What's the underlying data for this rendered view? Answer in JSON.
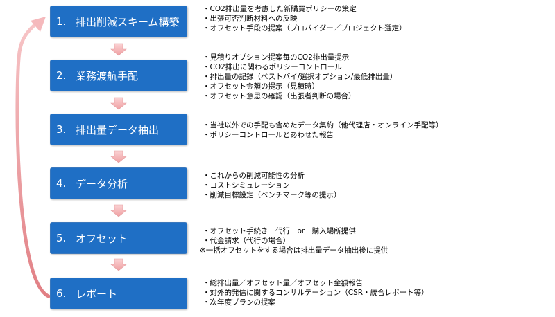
{
  "steps": [
    {
      "num": "1.",
      "label": "排出削減スキーム構築",
      "items": [
        "・CO2排出量を考慮した新購買ポリシーの策定",
        "・出張可否判断材料への反映",
        "・オフセット手段の提案（プロバイダー／プロジェクト選定）"
      ],
      "note": ""
    },
    {
      "num": "2.",
      "label": "業務渡航手配",
      "items": [
        "・見積りオプション提案毎のCO2排出量提示",
        "・CO2排出に関わるポリシーコントロール",
        "・排出量の記録（ベストバイ/選択オプション/最低排出量）",
        "・オフセット金額の提示（見積時）",
        "・オフセット意思の確認（出張者判断の場合）"
      ],
      "note": ""
    },
    {
      "num": "3.",
      "label": "排出量データ抽出",
      "items": [
        "・当社以外での手配も含めたデータ集約（他代理店・オンライン手配等）",
        "・ポリシーコントロールとあわせた報告"
      ],
      "note": ""
    },
    {
      "num": "4.",
      "label": "データ分析",
      "items": [
        "・これからの削減可能性の分析",
        "・コストシミュレーション",
        "・削減目標設定（ベンチマーク等の提示）"
      ],
      "note": ""
    },
    {
      "num": "5.",
      "label": "オフセット",
      "items": [
        "・オフセット手続き　代行　or　購入場所提供",
        "・代金請求（代行の場合）"
      ],
      "note": "※一括オフセットをする場合は排出量データ抽出後に提供"
    },
    {
      "num": "6.",
      "label": "レポート",
      "items": [
        "・総排出量／オフセット量／オフセット金額報告",
        "・対外的発信に関するコンサルテーション（CSR・統合レポート等）",
        "・次年度プランの提案"
      ],
      "note": ""
    }
  ],
  "colors": {
    "box": "#1f6fc5",
    "box_text": "#ffffff",
    "arrow": "#f2a7a9",
    "arrow_stroke": "#d98e92",
    "loop_arrow": "#e8888c"
  }
}
